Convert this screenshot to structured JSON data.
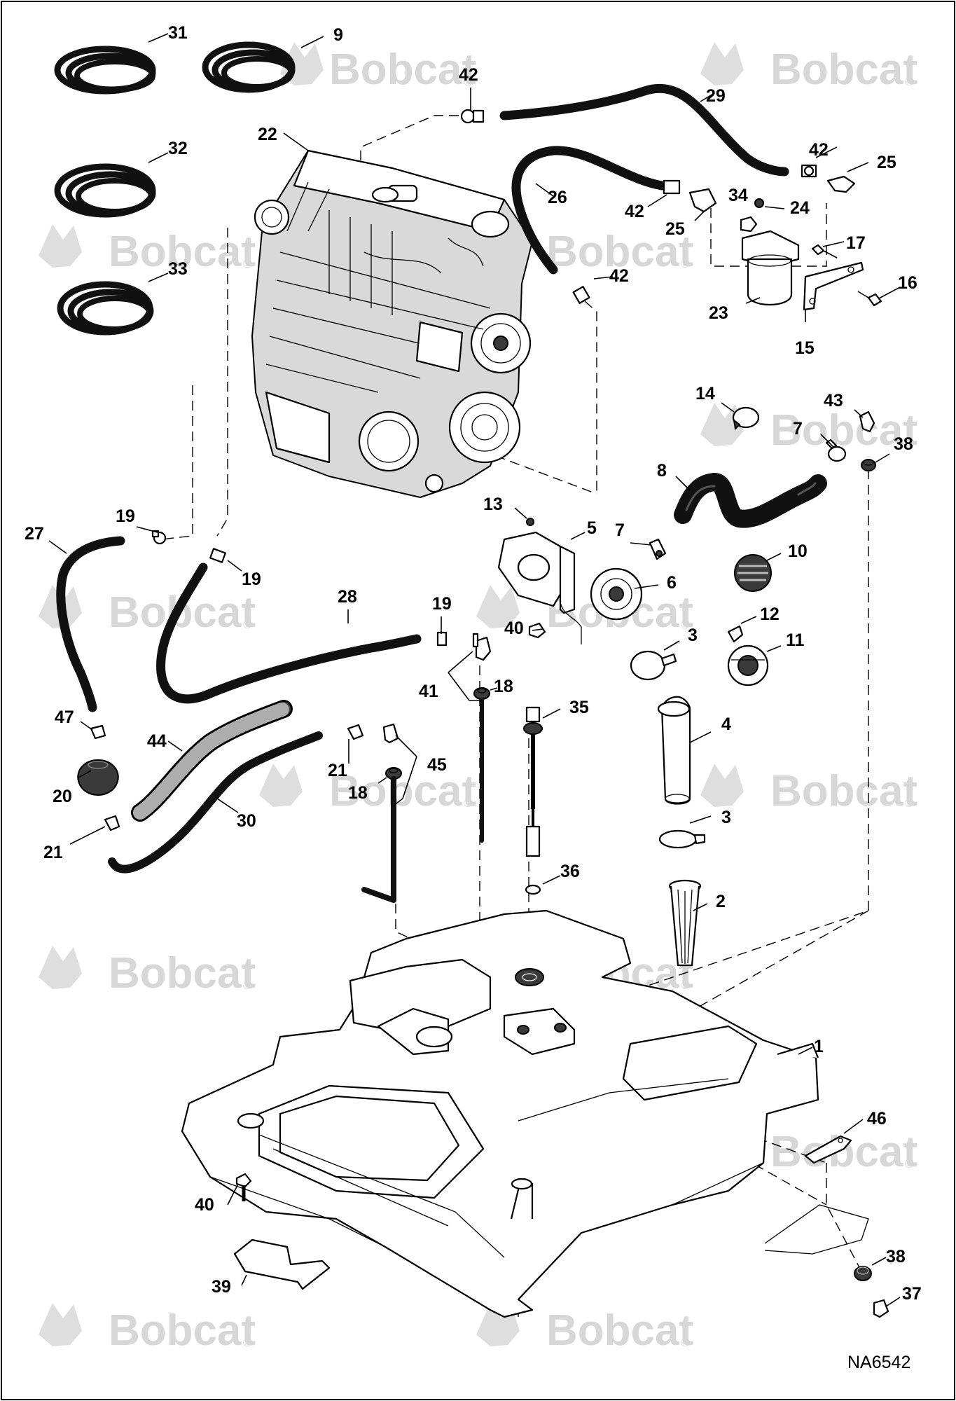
{
  "watermark": {
    "text": "Bobcat",
    "mark": "®"
  },
  "drawing_code": "NA6542",
  "callouts": [
    {
      "id": "c31",
      "label": "31"
    },
    {
      "id": "c9",
      "label": "9"
    },
    {
      "id": "c32",
      "label": "32"
    },
    {
      "id": "c33",
      "label": "33"
    },
    {
      "id": "c22",
      "label": "22"
    },
    {
      "id": "c42a",
      "label": "42"
    },
    {
      "id": "c29",
      "label": "29"
    },
    {
      "id": "c26",
      "label": "26"
    },
    {
      "id": "c42b",
      "label": "42"
    },
    {
      "id": "c42c",
      "label": "42"
    },
    {
      "id": "c25a",
      "label": "25"
    },
    {
      "id": "c25b",
      "label": "25"
    },
    {
      "id": "c34",
      "label": "34"
    },
    {
      "id": "c24",
      "label": "24"
    },
    {
      "id": "c17",
      "label": "17"
    },
    {
      "id": "c16",
      "label": "16"
    },
    {
      "id": "c23",
      "label": "23"
    },
    {
      "id": "c15",
      "label": "15"
    },
    {
      "id": "c42d",
      "label": "42"
    },
    {
      "id": "c14",
      "label": "14"
    },
    {
      "id": "c43",
      "label": "43"
    },
    {
      "id": "c7a",
      "label": "7"
    },
    {
      "id": "c38a",
      "label": "38"
    },
    {
      "id": "c8",
      "label": "8"
    },
    {
      "id": "c13",
      "label": "13"
    },
    {
      "id": "c5",
      "label": "5"
    },
    {
      "id": "c7b",
      "label": "7"
    },
    {
      "id": "c10",
      "label": "10"
    },
    {
      "id": "c6",
      "label": "6"
    },
    {
      "id": "c12",
      "label": "12"
    },
    {
      "id": "c3a",
      "label": "3"
    },
    {
      "id": "c11",
      "label": "11"
    },
    {
      "id": "c27",
      "label": "27"
    },
    {
      "id": "c19a",
      "label": "19"
    },
    {
      "id": "c19b",
      "label": "19"
    },
    {
      "id": "c28",
      "label": "28"
    },
    {
      "id": "c19c",
      "label": "19"
    },
    {
      "id": "c40a",
      "label": "40"
    },
    {
      "id": "c41",
      "label": "41"
    },
    {
      "id": "c18a",
      "label": "18"
    },
    {
      "id": "c35",
      "label": "35"
    },
    {
      "id": "c4",
      "label": "4"
    },
    {
      "id": "c47",
      "label": "47"
    },
    {
      "id": "c44",
      "label": "44"
    },
    {
      "id": "c21a",
      "label": "21"
    },
    {
      "id": "c45",
      "label": "45"
    },
    {
      "id": "c18b",
      "label": "18"
    },
    {
      "id": "c20",
      "label": "20"
    },
    {
      "id": "c30",
      "label": "30"
    },
    {
      "id": "c3b",
      "label": "3"
    },
    {
      "id": "c21b",
      "label": "21"
    },
    {
      "id": "c36",
      "label": "36"
    },
    {
      "id": "c2",
      "label": "2"
    },
    {
      "id": "c1",
      "label": "1"
    },
    {
      "id": "c46",
      "label": "46"
    },
    {
      "id": "c40b",
      "label": "40"
    },
    {
      "id": "c38b",
      "label": "38"
    },
    {
      "id": "c39",
      "label": "39"
    },
    {
      "id": "c37",
      "label": "37"
    }
  ]
}
